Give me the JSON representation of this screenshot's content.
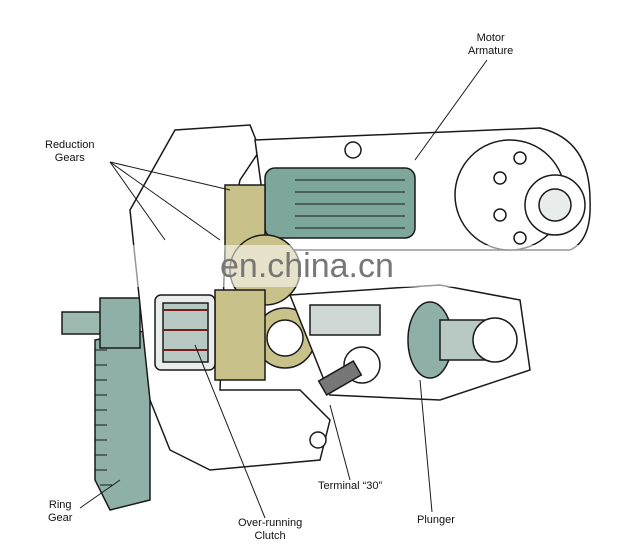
{
  "diagram": {
    "labels": {
      "motor_armature": [
        "Motor",
        "Armature"
      ],
      "reduction_gears": [
        "Reduction",
        "Gears"
      ],
      "ring_gear": [
        "Ring",
        "Gear"
      ],
      "over_running_clutch": [
        "Over-running",
        "Clutch"
      ],
      "terminal_30": "Terminal “30”",
      "plunger": "Plunger"
    },
    "watermark": "en.china.cn",
    "colors": {
      "armature": "#7ea79c",
      "gear": "#c8c28a",
      "outline": "#1a1a1a",
      "housing": "#ffffff",
      "shadow": "#dfe6e3"
    }
  }
}
